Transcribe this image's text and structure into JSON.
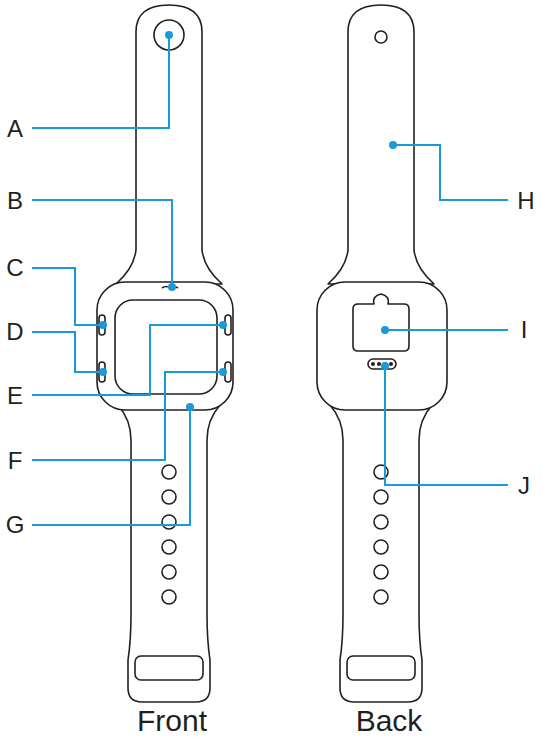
{
  "diagram": {
    "labels": [
      "A",
      "B",
      "C",
      "D",
      "E",
      "F",
      "G",
      "H",
      "I",
      "J",
      "Front",
      "Back"
    ]
  }
}
